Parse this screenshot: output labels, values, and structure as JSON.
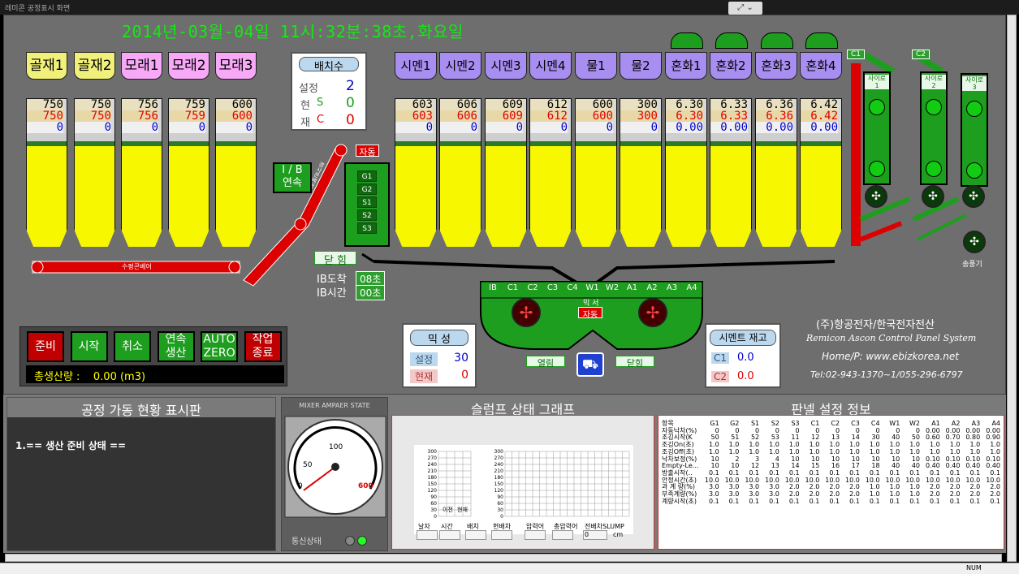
{
  "window_title": "레미콘 공정표시 화면",
  "clock": "2014년-03월-04일 11시:32분:38초,화요일",
  "aggregate_bins": [
    {
      "label": "골재1",
      "color": "#f0f07a",
      "v1": "750",
      "v2": "750",
      "v3": "0"
    },
    {
      "label": "골재2",
      "color": "#f0f07a",
      "v1": "750",
      "v2": "750",
      "v3": "0"
    },
    {
      "label": "모래1",
      "color": "#f7a8f7",
      "v1": "756",
      "v2": "756",
      "v3": "0"
    },
    {
      "label": "모래2",
      "color": "#f7a8f7",
      "v1": "759",
      "v2": "759",
      "v3": "0"
    },
    {
      "label": "모래3",
      "color": "#f7a8f7",
      "v1": "600",
      "v2": "600",
      "v3": "0"
    }
  ],
  "batch_count": {
    "title": "배치수",
    "labels": [
      "설정",
      "현",
      "재"
    ],
    "letters": [
      "S",
      "C"
    ],
    "values": [
      "2",
      "0",
      "0"
    ]
  },
  "cement_bins": [
    {
      "label": "시멘1",
      "v1": "603",
      "v2": "603",
      "v3": "0"
    },
    {
      "label": "시멘2",
      "v1": "606",
      "v2": "606",
      "v3": "0"
    },
    {
      "label": "시멘3",
      "v1": "609",
      "v2": "609",
      "v3": "0"
    },
    {
      "label": "시멘4",
      "v1": "612",
      "v2": "612",
      "v3": "0"
    },
    {
      "label": "물1",
      "v1": "600",
      "v2": "600",
      "v3": "0"
    },
    {
      "label": "물2",
      "v1": "300",
      "v2": "300",
      "v3": "0"
    },
    {
      "label": "혼화1",
      "v1": "6.30",
      "v2": "6.30",
      "v3": "0.00"
    },
    {
      "label": "혼화2",
      "v1": "6.33",
      "v2": "6.33",
      "v3": "0.00"
    },
    {
      "label": "혼화3",
      "v1": "6.36",
      "v2": "6.36",
      "v3": "0.00"
    },
    {
      "label": "혼화4",
      "v1": "6.42",
      "v2": "6.42",
      "v3": "0.00"
    }
  ],
  "auto_tag": "자동",
  "ib_button": "I / B\n연속",
  "conveyor": {
    "horizontal": "수평콘베어",
    "incline": "경사콘베어"
  },
  "gates": [
    "G1",
    "G2",
    "S1",
    "S2",
    "S3"
  ],
  "close_label": "닫 힘",
  "ib_arrive": {
    "label": "IB도착",
    "value": "08초"
  },
  "ib_time": {
    "label": "IB시간",
    "value": "00초"
  },
  "mixer": {
    "cols": [
      "IB",
      "C1",
      "C2",
      "C3",
      "C4",
      "W1",
      "W2",
      "A1",
      "A2",
      "A3",
      "A4"
    ],
    "title": "믹 서",
    "auto": "자동",
    "open": "열림",
    "close": "닫힘"
  },
  "silos": [
    {
      "label": "사이로\n1"
    },
    {
      "label": "사이로\n2"
    },
    {
      "label": "사이로\n3"
    }
  ],
  "silo_tags": [
    "C1",
    "C2"
  ],
  "blower": "송풍기",
  "control_buttons": [
    {
      "label": "준비",
      "bg": "#c00000",
      "fg": "#fff"
    },
    {
      "label": "시작",
      "bg": "#1e9e1e",
      "fg": "#fff"
    },
    {
      "label": "취소",
      "bg": "#1e9e1e",
      "fg": "#fff"
    },
    {
      "label": "연속\n생산",
      "bg": "#1e9e1e",
      "fg": "#fff"
    },
    {
      "label": "AUTO\nZERO",
      "bg": "#1e9e1e",
      "fg": "#fff"
    },
    {
      "label": "작업\n종료",
      "bg": "#c00000",
      "fg": "#fff"
    }
  ],
  "total_production": {
    "label": "총생산량 :",
    "value": "0.00 (m3)"
  },
  "mix_panel": {
    "title": "믹  성",
    "set_label": "설정",
    "set_value": "30",
    "cur_label": "현재",
    "cur_value": "0"
  },
  "cement_stock": {
    "title": "시멘트 재고",
    "rows": [
      {
        "label": "C1",
        "value": "0.0"
      },
      {
        "label": "C2",
        "value": "0.0"
      }
    ]
  },
  "company": {
    "name": "(주)항공전자/한국전자전산",
    "sub": "Remicon  Ascon Control Panel System",
    "web": "Home/P: www.ebizkorea.net",
    "tel": "Tel:02-943-1370~1/055-296-6797"
  },
  "status_board": {
    "title": "공정 가동 현황 표시판",
    "line": "1.== 생산 준비 상태 =="
  },
  "gauge": {
    "title": "MIXER AMPAER STATE",
    "ticks": [
      "0",
      "50",
      "100",
      "600"
    ],
    "comm": "통신상태"
  },
  "slump": {
    "title": "슬럼프 상태 그래프",
    "y_ticks": [
      "300",
      "270",
      "240",
      "210",
      "180",
      "150",
      "120",
      "90",
      "60",
      "30",
      "0"
    ],
    "small_labels": [
      "이전",
      "현재"
    ],
    "fields": [
      "날자",
      "시간",
      "배치",
      "현배차",
      "압력어",
      "총압력어",
      "전배차SLUMP"
    ],
    "unit": "cm",
    "input_value": "0"
  },
  "settings": {
    "title": "판넬 설정 정보",
    "header": [
      "항목",
      "G1",
      "G2",
      "S1",
      "S2",
      "S3",
      "C1",
      "C2",
      "C3",
      "C4",
      "W1",
      "W2",
      "A1",
      "A2",
      "A3",
      "A4"
    ],
    "rows": [
      [
        "자동낙차(%)",
        "0",
        "0",
        "0",
        "0",
        "0",
        "0",
        "0",
        "0",
        "0",
        "0",
        "0",
        "0.00",
        "0.00",
        "0.00",
        "0.00"
      ],
      [
        "조깅시작(K",
        "50",
        "51",
        "52",
        "53",
        "11",
        "12",
        "13",
        "14",
        "30",
        "40",
        "50",
        "0.60",
        "0.70",
        "0.80",
        "0.90"
      ],
      [
        "조깅On(초)",
        "1.0",
        "1.0",
        "1.0",
        "1.0",
        "1.0",
        "1.0",
        "1.0",
        "1.0",
        "1.0",
        "1.0",
        "1.0",
        "1.0",
        "1.0",
        "1.0",
        "1.0"
      ],
      [
        "조깅Off(초)",
        "1.0",
        "1.0",
        "1.0",
        "1.0",
        "1.0",
        "1.0",
        "1.0",
        "1.0",
        "1.0",
        "1.0",
        "1.0",
        "1.0",
        "1.0",
        "1.0",
        "1.0"
      ],
      [
        "낙차보정(%)",
        "10",
        "2",
        "3",
        "4",
        "10",
        "10",
        "10",
        "10",
        "10",
        "10",
        "10",
        "0.10",
        "0.10",
        "0.10",
        "0.10"
      ],
      [
        "Empty-Le...",
        "10",
        "10",
        "12",
        "13",
        "14",
        "15",
        "16",
        "17",
        "18",
        "40",
        "40",
        "0.40",
        "0.40",
        "0.40",
        "0.40"
      ],
      [
        "방출시작(..",
        "0.1",
        "0.1",
        "0.1",
        "0.1",
        "0.1",
        "0.1",
        "0.1",
        "0.1",
        "0.1",
        "0.1",
        "0.1",
        "0.1",
        "0.1",
        "0.1",
        "0.1"
      ],
      [
        "안정시간(초)",
        "10.0",
        "10.0",
        "10.0",
        "10.0",
        "10.0",
        "10.0",
        "10.0",
        "10.0",
        "10.0",
        "10.0",
        "10.0",
        "10.0",
        "10.0",
        "10.0",
        "10.0"
      ],
      [
        "과 계 량(%)",
        "3.0",
        "3.0",
        "3.0",
        "3.0",
        "2.0",
        "2.0",
        "2.0",
        "2.0",
        "1.0",
        "1.0",
        "1.0",
        "2.0",
        "2.0",
        "2.0",
        "2.0"
      ],
      [
        "부족계량(%)",
        "3.0",
        "3.0",
        "3.0",
        "3.0",
        "2.0",
        "2.0",
        "2.0",
        "2.0",
        "1.0",
        "1.0",
        "1.0",
        "2.0",
        "2.0",
        "2.0",
        "2.0"
      ],
      [
        "계량시작(초)",
        "0.1",
        "0.1",
        "0.1",
        "0.1",
        "0.1",
        "0.1",
        "0.1",
        "0.1",
        "0.1",
        "0.1",
        "0.1",
        "0.1",
        "0.1",
        "0.1",
        "0.1"
      ]
    ]
  },
  "statusbar": {
    "num": "NUM"
  }
}
